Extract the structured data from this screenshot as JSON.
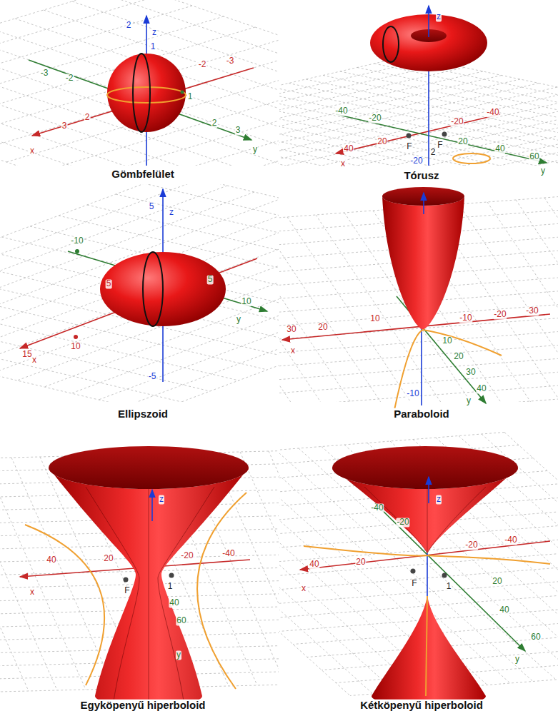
{
  "diagram": {
    "labels": [
      "2",
      "z",
      "-3",
      "-2",
      "-2",
      "-3",
      "1",
      "1",
      "3",
      "2",
      "2",
      "3",
      "x",
      "y",
      "Gömbfelület",
      "z",
      "-40",
      "-20",
      "-20",
      "-40",
      "40",
      "20",
      "20",
      "40",
      "60",
      "x",
      "y",
      "F",
      "F",
      "2",
      "-20",
      "Tórusz",
      "5",
      "z",
      "-10",
      "5",
      "5",
      "15",
      "10",
      "10",
      "x",
      "y",
      "-5",
      "Ellipszoid",
      "30",
      "20",
      "10",
      "-10",
      "-20",
      "-30",
      "x",
      "10",
      "20",
      "30",
      "40",
      "y",
      "-10",
      "Paraboloid",
      "z",
      "40",
      "20",
      "-20",
      "-40",
      "x",
      "F",
      "1",
      "40",
      "60",
      "y",
      "Egyköpenyű hiperboloid",
      "z",
      "-40",
      "-20",
      "-20",
      "-40",
      "40",
      "20",
      "F",
      "1",
      "20",
      "40",
      "60",
      "x",
      "y",
      "Kétköpenyű hiperboloid"
    ]
  }
}
